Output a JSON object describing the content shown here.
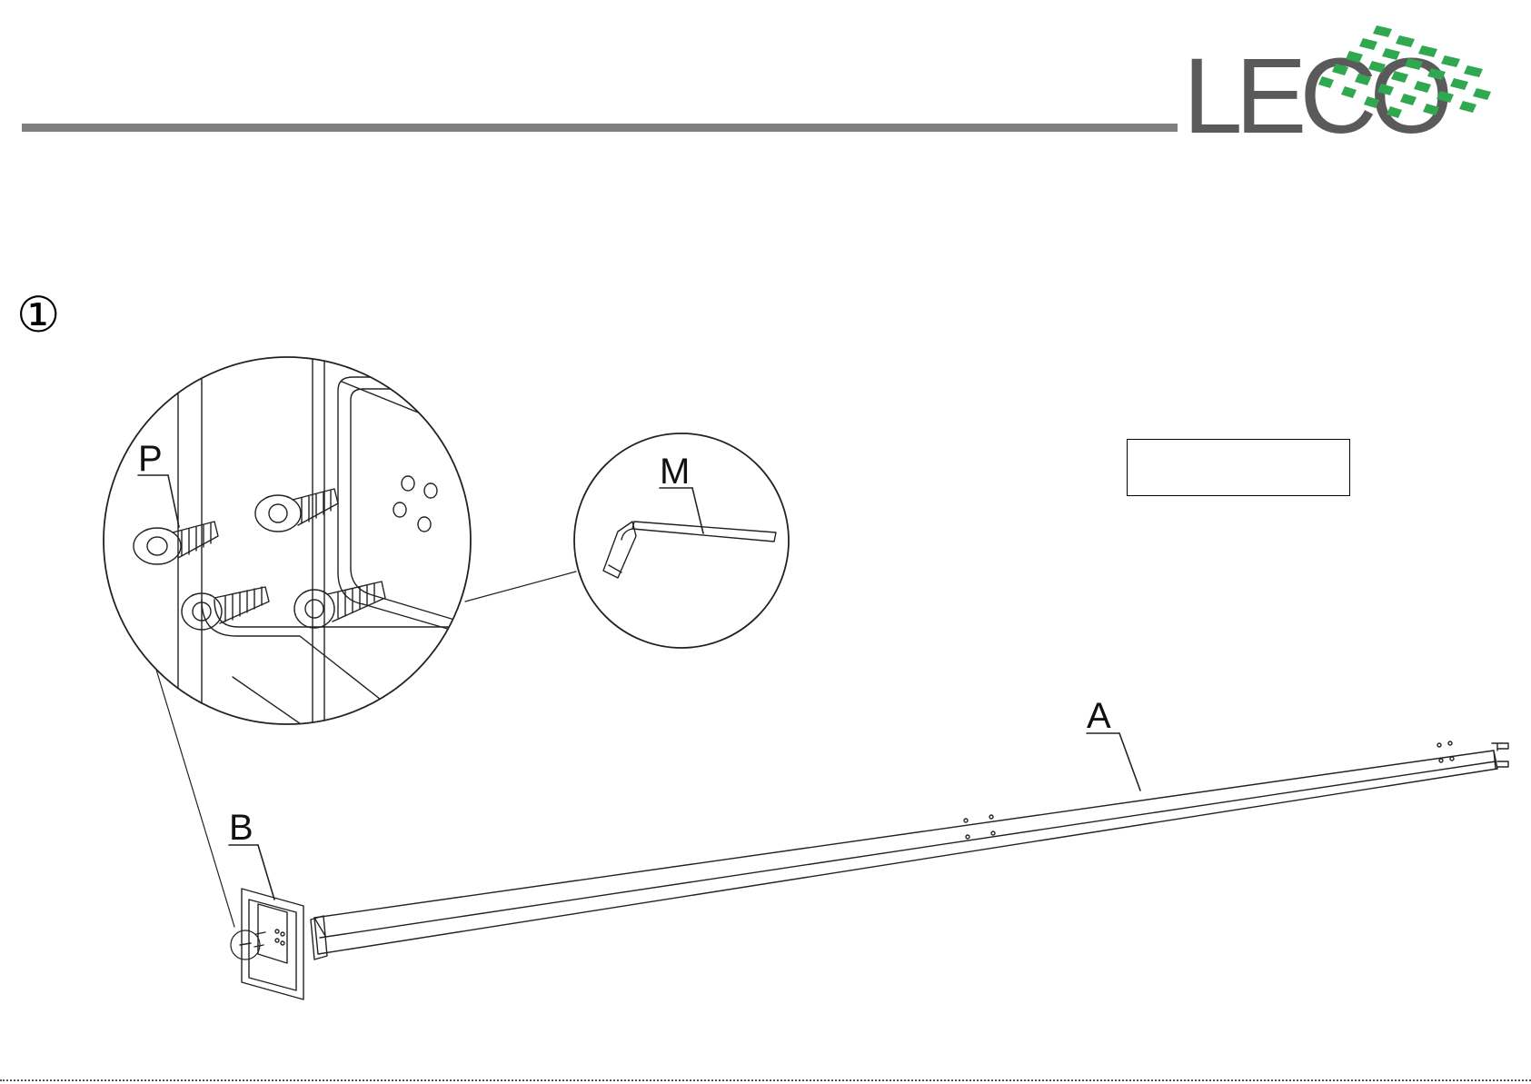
{
  "brand": {
    "name": "LECO",
    "text_color": "#5a5a5a",
    "accent_color": "#2fa84f"
  },
  "header": {
    "rule_color": "#7f7f7f"
  },
  "step": {
    "number": "①"
  },
  "note_box": {
    "text": ""
  },
  "parts": {
    "bar": "A",
    "bracket": "B",
    "bolts": "P",
    "hex_key": "M"
  }
}
